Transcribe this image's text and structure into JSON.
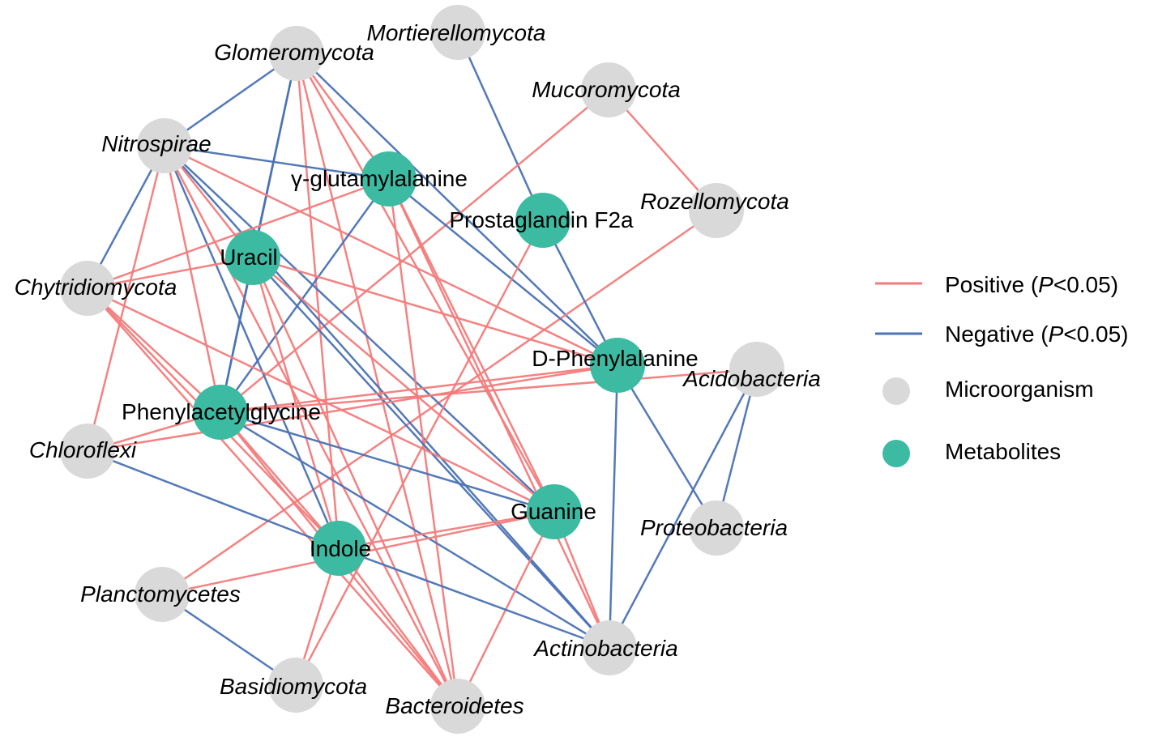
{
  "colors": {
    "positive": "#f37b7b",
    "negative": "#4a72b4",
    "microorganism": "#d9d9d9",
    "metabolite": "#3cbba2"
  },
  "legend": {
    "positive_label": "Positive (",
    "positive_p": "P",
    "positive_tail": "<0.05)",
    "negative_label": "Negative (",
    "negative_p": "P",
    "negative_tail": "<0.05)",
    "microorganism": "Microorganism",
    "metabolites": "Metabolites"
  },
  "nodes": [
    {
      "id": "glomeromycota",
      "label": "Glomeromycota",
      "type": "microorganism"
    },
    {
      "id": "mortierellomycota",
      "label": "Mortierellomycota",
      "type": "microorganism"
    },
    {
      "id": "mucoromycota",
      "label": "Mucoromycota",
      "type": "microorganism"
    },
    {
      "id": "rozellomycota",
      "label": "Rozellomycota",
      "type": "microorganism"
    },
    {
      "id": "nitrospirae",
      "label": "Nitrospirae",
      "type": "microorganism"
    },
    {
      "id": "chytridiomycota",
      "label": "Chytridiomycota",
      "type": "microorganism"
    },
    {
      "id": "chloroflexi",
      "label": "Chloroflexi",
      "type": "microorganism"
    },
    {
      "id": "planctomycetes",
      "label": "Planctomycetes",
      "type": "microorganism"
    },
    {
      "id": "basidiomycota",
      "label": "Basidiomycota",
      "type": "microorganism"
    },
    {
      "id": "bacteroidetes",
      "label": "Bacteroidetes",
      "type": "microorganism"
    },
    {
      "id": "actinobacteria",
      "label": "Actinobacteria",
      "type": "microorganism"
    },
    {
      "id": "proteobacteria",
      "label": "Proteobacteria",
      "type": "microorganism"
    },
    {
      "id": "acidobacteria",
      "label": "Acidobacteria",
      "type": "microorganism"
    },
    {
      "id": "glutamylalanine",
      "label": "γ-glutamylalanine",
      "type": "metabolite"
    },
    {
      "id": "prostaglandin",
      "label": "Prostaglandin F2a",
      "type": "metabolite"
    },
    {
      "id": "uracil",
      "label": "Uracil",
      "type": "metabolite"
    },
    {
      "id": "phenylalanine",
      "label": "D-Phenylalanine",
      "type": "metabolite"
    },
    {
      "id": "phenylacetylglycine",
      "label": "Phenylacetylglycine",
      "type": "metabolite"
    },
    {
      "id": "guanine",
      "label": "Guanine",
      "type": "metabolite"
    },
    {
      "id": "indole",
      "label": "Indole",
      "type": "metabolite"
    }
  ],
  "edges": [
    {
      "source": "glomeromycota",
      "target": "uracil",
      "sign": "negative"
    },
    {
      "source": "glomeromycota",
      "target": "phenylacetylglycine",
      "sign": "negative"
    },
    {
      "source": "glomeromycota",
      "target": "nitrospirae",
      "sign": "negative"
    },
    {
      "source": "glomeromycota",
      "target": "phenylalanine",
      "sign": "negative"
    },
    {
      "source": "glomeromycota",
      "target": "glutamylalanine",
      "sign": "positive"
    },
    {
      "source": "glomeromycota",
      "target": "indole",
      "sign": "positive"
    },
    {
      "source": "glomeromycota",
      "target": "bacteroidetes",
      "sign": "positive"
    },
    {
      "source": "glomeromycota",
      "target": "guanine",
      "sign": "positive"
    },
    {
      "source": "mortierellomycota",
      "target": "prostaglandin",
      "sign": "negative"
    },
    {
      "source": "mucoromycota",
      "target": "rozellomycota",
      "sign": "positive"
    },
    {
      "source": "mucoromycota",
      "target": "phenylacetylglycine",
      "sign": "positive"
    },
    {
      "source": "rozellomycota",
      "target": "planctomycetes",
      "sign": "positive"
    },
    {
      "source": "nitrospirae",
      "target": "glutamylalanine",
      "sign": "negative"
    },
    {
      "source": "nitrospirae",
      "target": "chytridiomycota",
      "sign": "negative"
    },
    {
      "source": "nitrospirae",
      "target": "indole",
      "sign": "negative"
    },
    {
      "source": "nitrospirae",
      "target": "guanine",
      "sign": "negative"
    },
    {
      "source": "nitrospirae",
      "target": "actinobacteria",
      "sign": "negative"
    },
    {
      "source": "nitrospirae",
      "target": "phenylalanine",
      "sign": "positive"
    },
    {
      "source": "nitrospirae",
      "target": "phenylacetylglycine",
      "sign": "positive"
    },
    {
      "source": "nitrospirae",
      "target": "chloroflexi",
      "sign": "positive"
    },
    {
      "source": "nitrospirae",
      "target": "bacteroidetes",
      "sign": "positive"
    },
    {
      "source": "nitrospirae",
      "target": "uracil",
      "sign": "positive"
    },
    {
      "source": "glutamylalanine",
      "target": "chytridiomycota",
      "sign": "positive"
    },
    {
      "source": "glutamylalanine",
      "target": "phenylacetylglycine",
      "sign": "negative"
    },
    {
      "source": "glutamylalanine",
      "target": "phenylalanine",
      "sign": "negative"
    },
    {
      "source": "glutamylalanine",
      "target": "guanine",
      "sign": "positive"
    },
    {
      "source": "glutamylalanine",
      "target": "actinobacteria",
      "sign": "positive"
    },
    {
      "source": "glutamylalanine",
      "target": "bacteroidetes",
      "sign": "positive"
    },
    {
      "source": "prostaglandin",
      "target": "phenylalanine",
      "sign": "negative"
    },
    {
      "source": "prostaglandin",
      "target": "basidiomycota",
      "sign": "positive"
    },
    {
      "source": "uracil",
      "target": "chytridiomycota",
      "sign": "positive"
    },
    {
      "source": "uracil",
      "target": "phenylacetylglycine",
      "sign": "negative"
    },
    {
      "source": "uracil",
      "target": "indole",
      "sign": "positive"
    },
    {
      "source": "uracil",
      "target": "guanine",
      "sign": "positive"
    },
    {
      "source": "uracil",
      "target": "actinobacteria",
      "sign": "negative"
    },
    {
      "source": "uracil",
      "target": "bacteroidetes",
      "sign": "positive"
    },
    {
      "source": "uracil",
      "target": "phenylalanine",
      "sign": "positive"
    },
    {
      "source": "chytridiomycota",
      "target": "phenylacetylglycine",
      "sign": "positive"
    },
    {
      "source": "chytridiomycota",
      "target": "indole",
      "sign": "positive"
    },
    {
      "source": "chytridiomycota",
      "target": "guanine",
      "sign": "positive"
    },
    {
      "source": "chytridiomycota",
      "target": "bacteroidetes",
      "sign": "positive"
    },
    {
      "source": "phenylalanine",
      "target": "phenylacetylglycine",
      "sign": "positive"
    },
    {
      "source": "phenylalanine",
      "target": "chloroflexi",
      "sign": "positive"
    },
    {
      "source": "phenylalanine",
      "target": "actinobacteria",
      "sign": "negative"
    },
    {
      "source": "phenylalanine",
      "target": "proteobacteria",
      "sign": "negative"
    },
    {
      "source": "acidobacteria",
      "target": "proteobacteria",
      "sign": "negative"
    },
    {
      "source": "acidobacteria",
      "target": "actinobacteria",
      "sign": "negative"
    },
    {
      "source": "acidobacteria",
      "target": "phenylacetylglycine",
      "sign": "positive"
    },
    {
      "source": "phenylacetylglycine",
      "target": "chloroflexi",
      "sign": "positive"
    },
    {
      "source": "phenylacetylglycine",
      "target": "guanine",
      "sign": "negative"
    },
    {
      "source": "phenylacetylglycine",
      "target": "indole",
      "sign": "positive"
    },
    {
      "source": "phenylacetylglycine",
      "target": "actinobacteria",
      "sign": "negative"
    },
    {
      "source": "phenylacetylglycine",
      "target": "bacteroidetes",
      "sign": "positive"
    },
    {
      "source": "chloroflexi",
      "target": "indole",
      "sign": "negative"
    },
    {
      "source": "planctomycetes",
      "target": "basidiomycota",
      "sign": "negative"
    },
    {
      "source": "planctomycetes",
      "target": "guanine",
      "sign": "positive"
    },
    {
      "source": "guanine",
      "target": "indole",
      "sign": "positive"
    },
    {
      "source": "guanine",
      "target": "bacteroidetes",
      "sign": "positive"
    },
    {
      "source": "guanine",
      "target": "actinobacteria",
      "sign": "positive"
    },
    {
      "source": "indole",
      "target": "actinobacteria",
      "sign": "negative"
    },
    {
      "source": "indole",
      "target": "bacteroidetes",
      "sign": "positive"
    },
    {
      "source": "indole",
      "target": "basidiomycota",
      "sign": "positive"
    }
  ]
}
